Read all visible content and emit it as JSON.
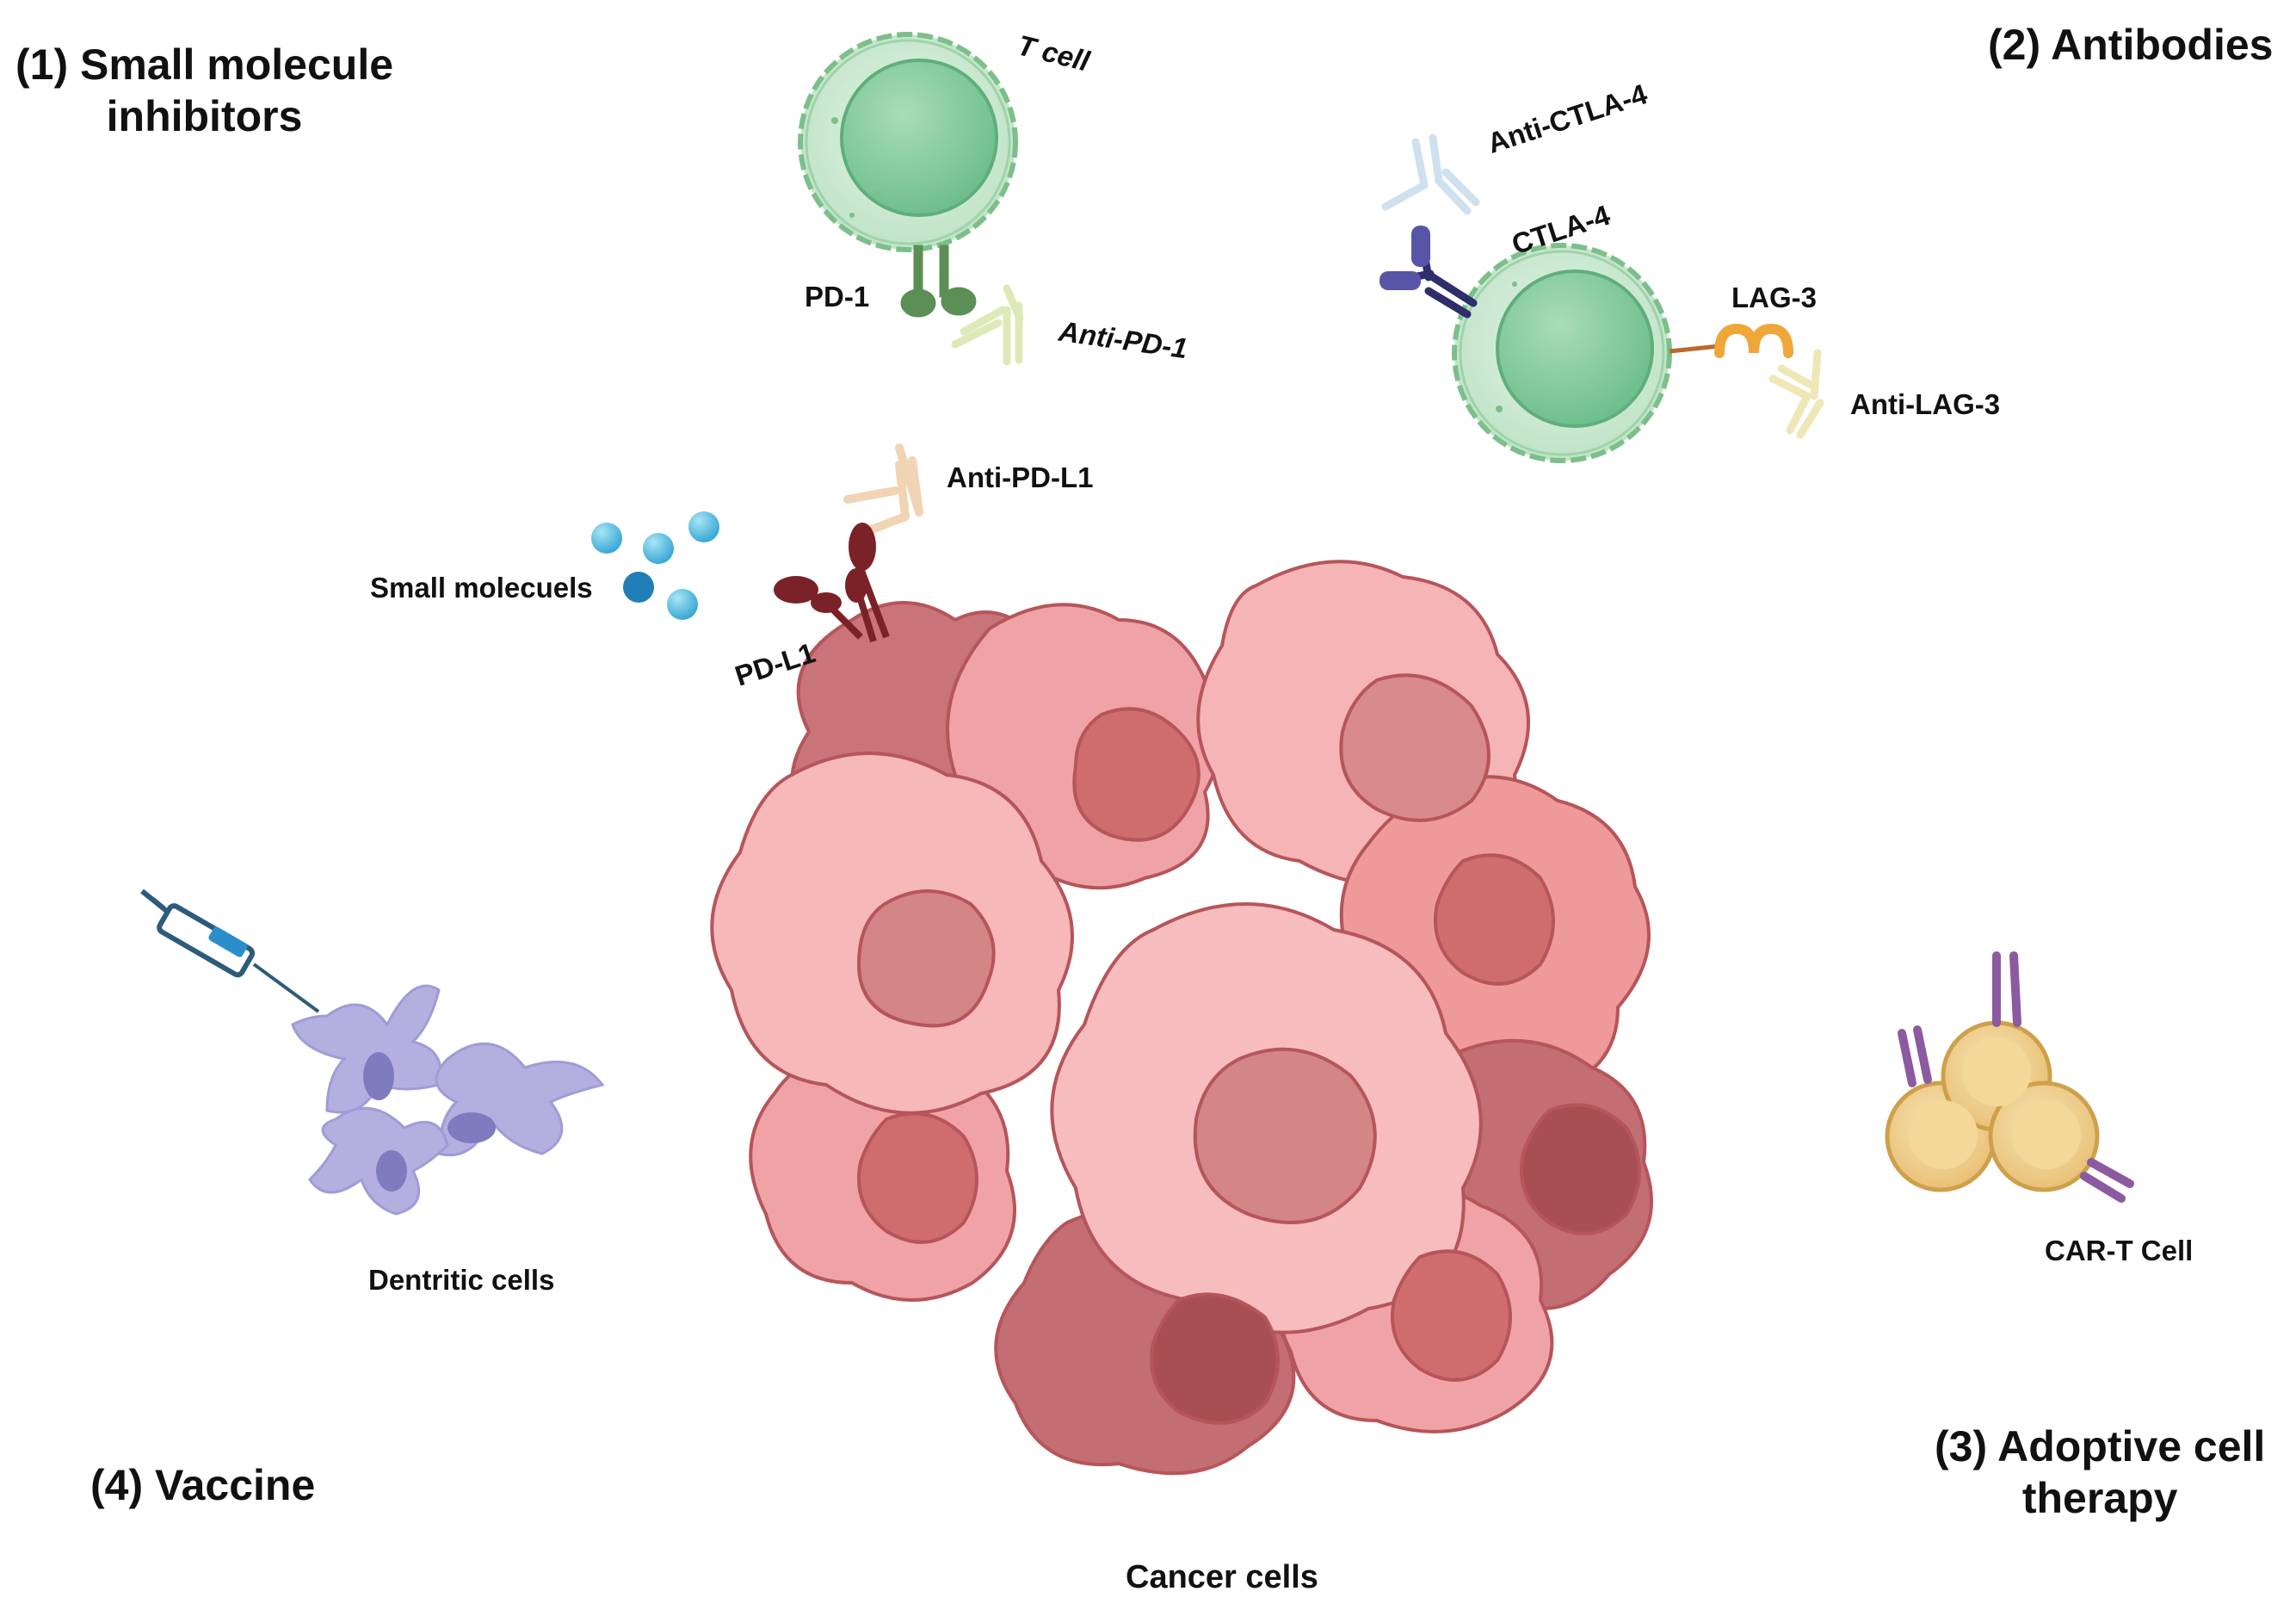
{
  "sections": {
    "s1": [
      "(1) Small molecule",
      "inhibitors"
    ],
    "s2": "(2) Antibodies",
    "s3": [
      "(3) Adoptive cell",
      "therapy"
    ],
    "s4": "(4) Vaccine"
  },
  "labels": {
    "t_cell": "T cell",
    "pd1": "PD-1",
    "anti_pd1": "Anti-PD-1",
    "anti_ctla4": "Anti-CTLA-4",
    "ctla4": "CTLA-4",
    "lag3": "LAG-3",
    "anti_lag3": "Anti-LAG-3",
    "anti_pdl1": "Anti-PD-L1",
    "small_molecules": "Small molecuels",
    "pdl1": "PD-L1",
    "dendritic": "Dentritic cells",
    "car_t": "CAR-T Cell",
    "cancer": "Cancer cells"
  },
  "colors": {
    "t_cell": "#bfe3c6",
    "t_nucleus": "#86c9a0",
    "cancer_light": "#f6b8b9",
    "cancer_mid": "#ee9a9a",
    "cancer_dark": "#d48585",
    "dendritic": "#b3b0e0",
    "car_t": "#f0d08a",
    "small_molecule": "#59c2e6",
    "pd_l1": "#7a2227",
    "lag3": "#f0a73a"
  }
}
